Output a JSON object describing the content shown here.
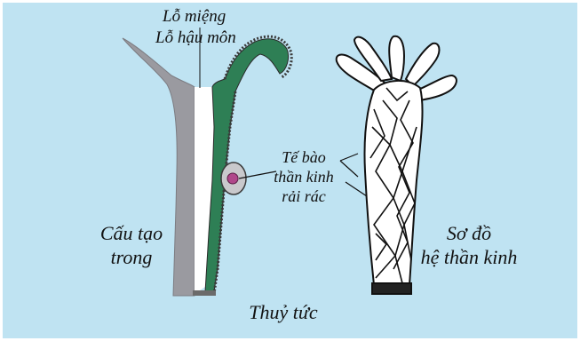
{
  "figure": {
    "background_color": "#bfe3f2",
    "labels": {
      "mouth": "Lỗ miệng",
      "anus": "Lỗ hậu môn",
      "nerve_cells_line1": "Tế bào",
      "nerve_cells_line2": "thần kinh",
      "nerve_cells_line3": "rải rác",
      "structure_line1": "Cấu tạo",
      "structure_line2": "trong",
      "diagram_line1": "Sơ đồ",
      "diagram_line2": "hệ thần kinh",
      "caption": "Thuỷ tức"
    },
    "colors": {
      "body_gray": "#9a9aa0",
      "endoderm_green": "#2e7f55",
      "ectoderm_outline": "#3a3a3a",
      "nerve_cell": "#b0478a",
      "nerve_net_stroke": "#111111"
    }
  }
}
